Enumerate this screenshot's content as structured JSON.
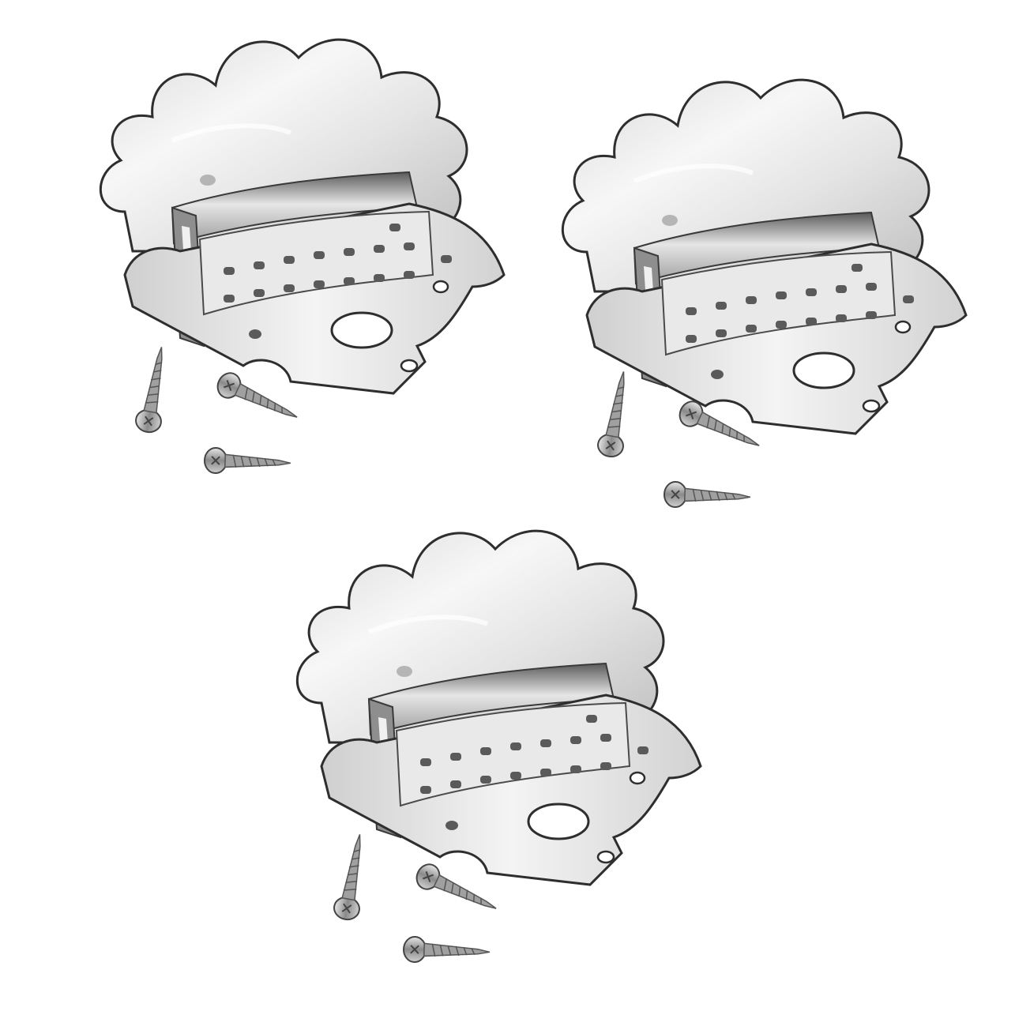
{
  "scene": {
    "background": "#ffffff",
    "subject": "mandolin-tailpiece",
    "product_count": 3,
    "screws_per_tailpiece": 3,
    "string_hole_pairs": 8,
    "finish_colors": {
      "chrome_light": "#f2f2f2",
      "chrome_mid": "#c9c9c9",
      "chrome_dark": "#6e6e6e",
      "edge": "#3a3a3a",
      "screw": "#9a9a9a"
    }
  }
}
